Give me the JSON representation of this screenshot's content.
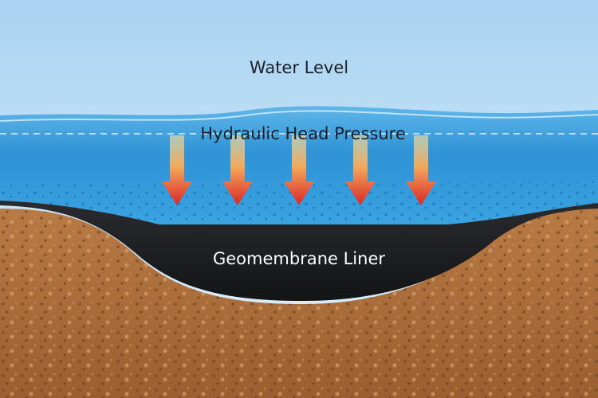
{
  "labels": {
    "water_level": "Water Level",
    "pressure": "Hydraulic Head Pressure",
    "liner": "Geomembrane Liner"
  },
  "arrows": {
    "count": 5,
    "direction": "down",
    "color_top": "#f7d27a",
    "color_bottom": "#d9262a"
  },
  "colors": {
    "sky": "#cfe7f7",
    "water": "#2f93d6",
    "liner": "#1b1c1f",
    "soil": "#a86a38"
  }
}
